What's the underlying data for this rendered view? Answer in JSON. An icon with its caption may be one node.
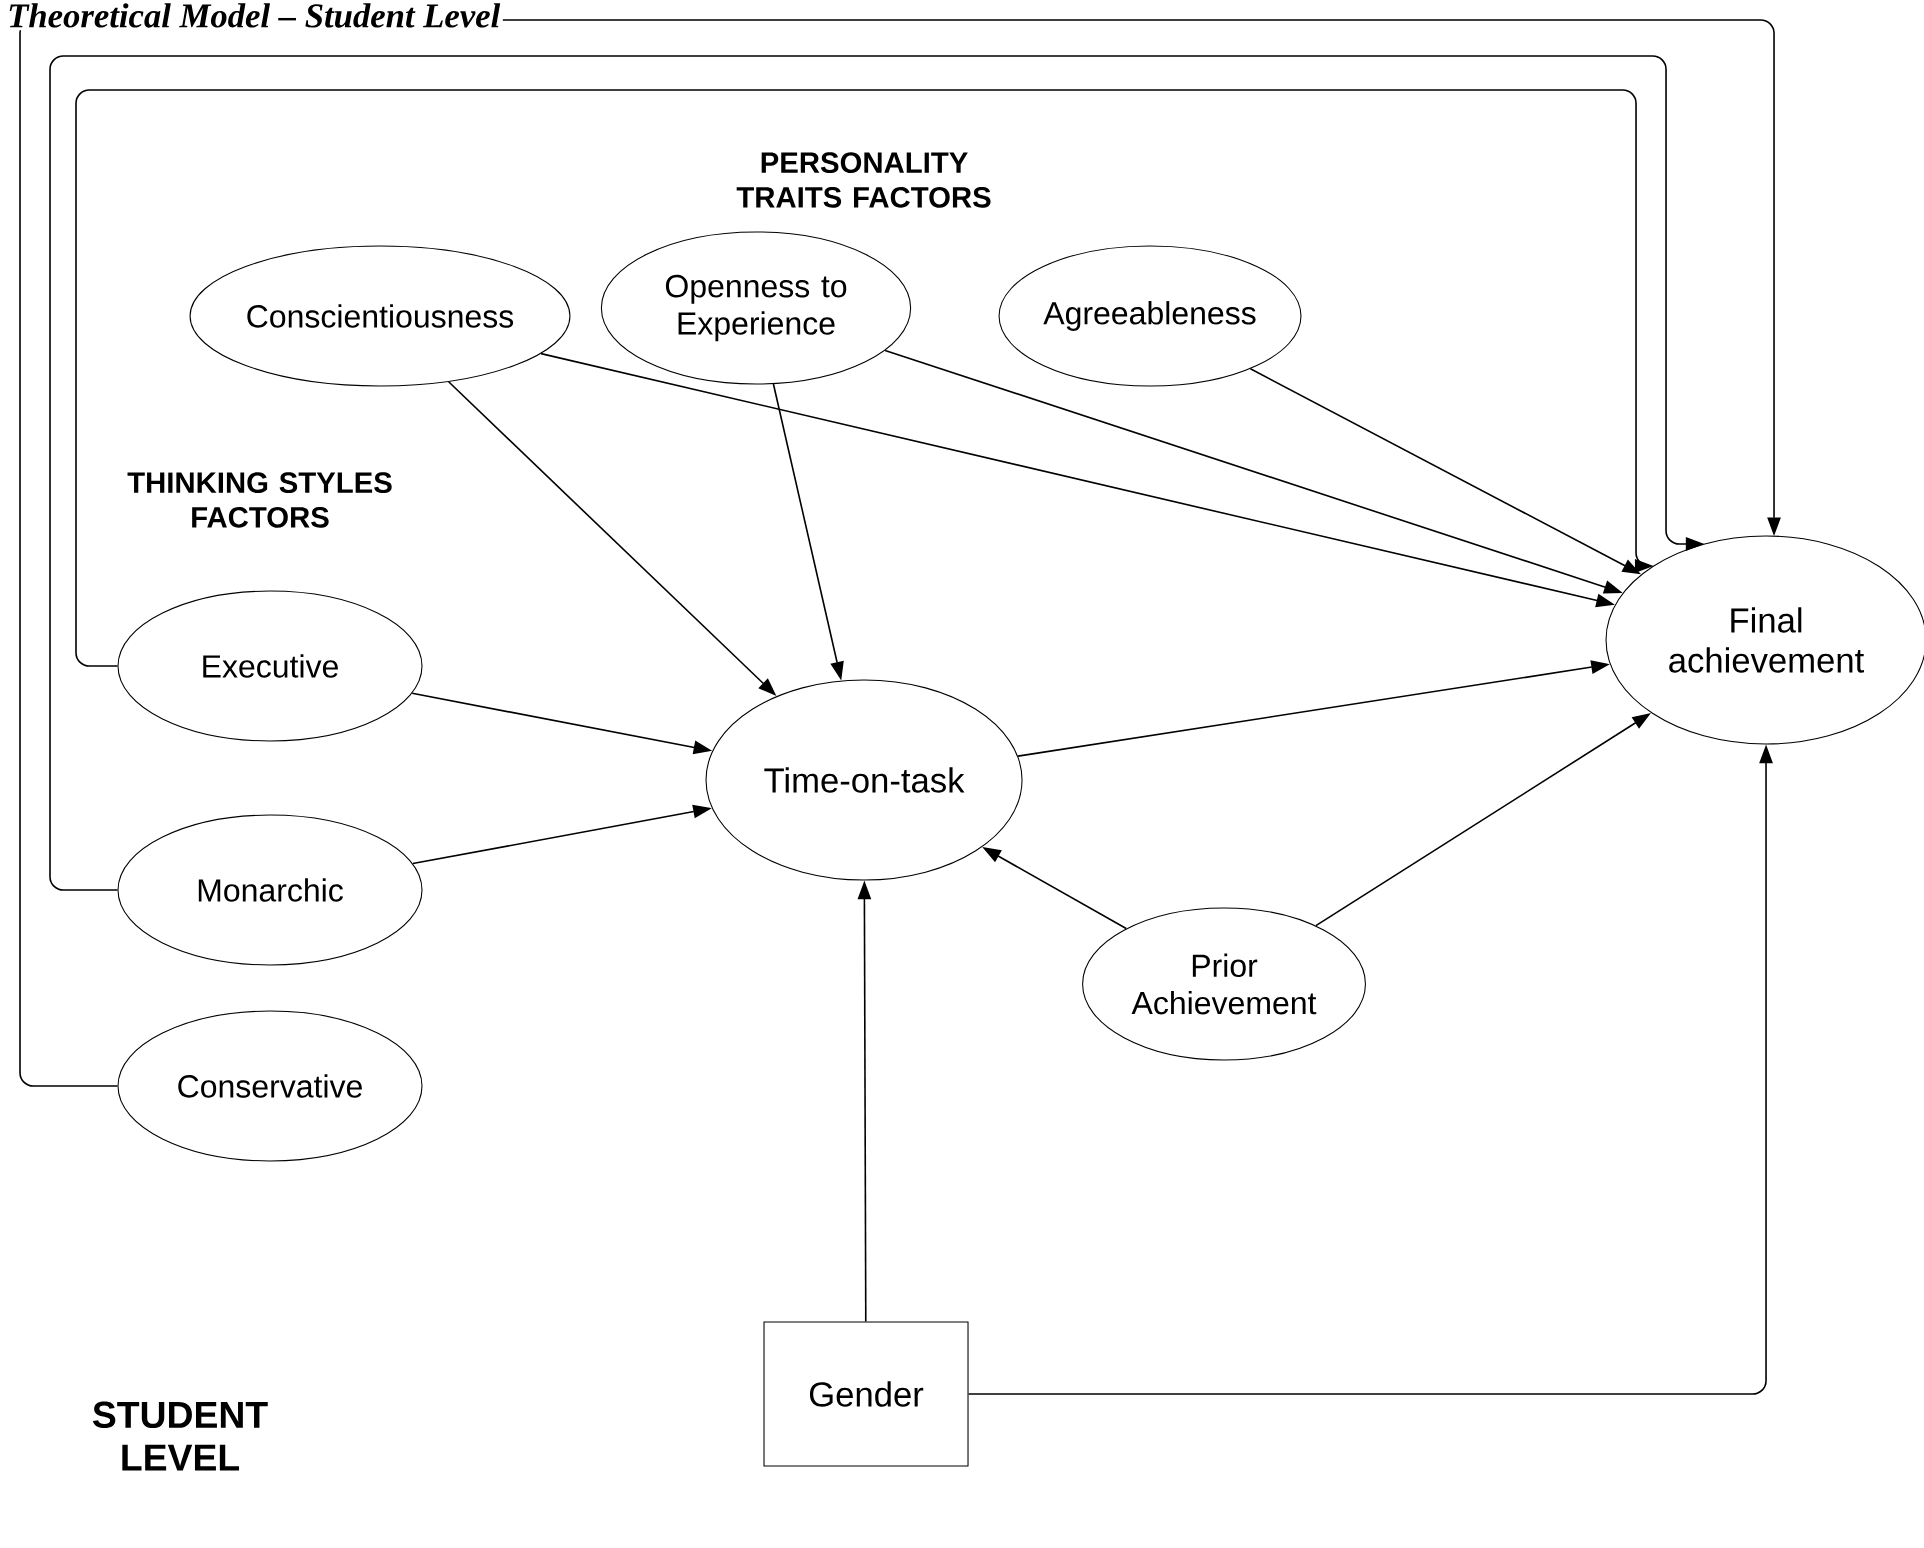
{
  "diagram": {
    "title": "Theoretical Model – Student Level",
    "nodes": [
      {
        "text": [
          "Conscientiousness"
        ]
      },
      {
        "text": [
          "Openness to Experience"
        ]
      },
      {
        "text": [
          "Agreeableness"
        ]
      },
      {
        "text": [
          "Executive"
        ]
      },
      {
        "text": [
          "Monarchic"
        ]
      },
      {
        "text": [
          "Conservative"
        ]
      },
      {
        "text": [
          "Time-on-task"
        ]
      },
      {
        "text": [
          "Final achievement"
        ]
      },
      {
        "text": [
          "Prior Achievement"
        ]
      },
      {
        "text": [
          "Gender"
        ]
      }
    ],
    "edges": [
      {
        "from": 0,
        "to": 6,
        "arrow": "to"
      },
      {
        "from": 0,
        "to": 7,
        "arrow": "to"
      },
      {
        "from": 1,
        "to": 6,
        "arrow": "to"
      },
      {
        "from": 1,
        "to": 7,
        "arrow": "to"
      },
      {
        "from": 2,
        "to": 7,
        "arrow": "to"
      },
      {
        "from": 3,
        "to": 6,
        "arrow": "to"
      },
      {
        "from": 4,
        "to": 6,
        "arrow": "to"
      },
      {
        "from": 6,
        "to": 7,
        "arrow": "to"
      },
      {
        "from": 8,
        "to": 6,
        "arrow": "to"
      },
      {
        "from": 8,
        "to": 7,
        "arrow": "to"
      },
      {
        "from": 9,
        "to": 6,
        "arrow": "to"
      },
      {
        "from": 9,
        "to": 7,
        "arrow": "to"
      },
      {
        "from": 3,
        "to": 7,
        "arrow": "to"
      },
      {
        "from": 4,
        "to": 7,
        "arrow": "to"
      },
      {
        "from": 5,
        "to": 7,
        "arrow": "to"
      }
    ],
    "labels": [
      "PERSONALITY TRAITS FACTORS",
      "THINKING STYLES FACTORS",
      "STUDENT LEVEL"
    ]
  }
}
